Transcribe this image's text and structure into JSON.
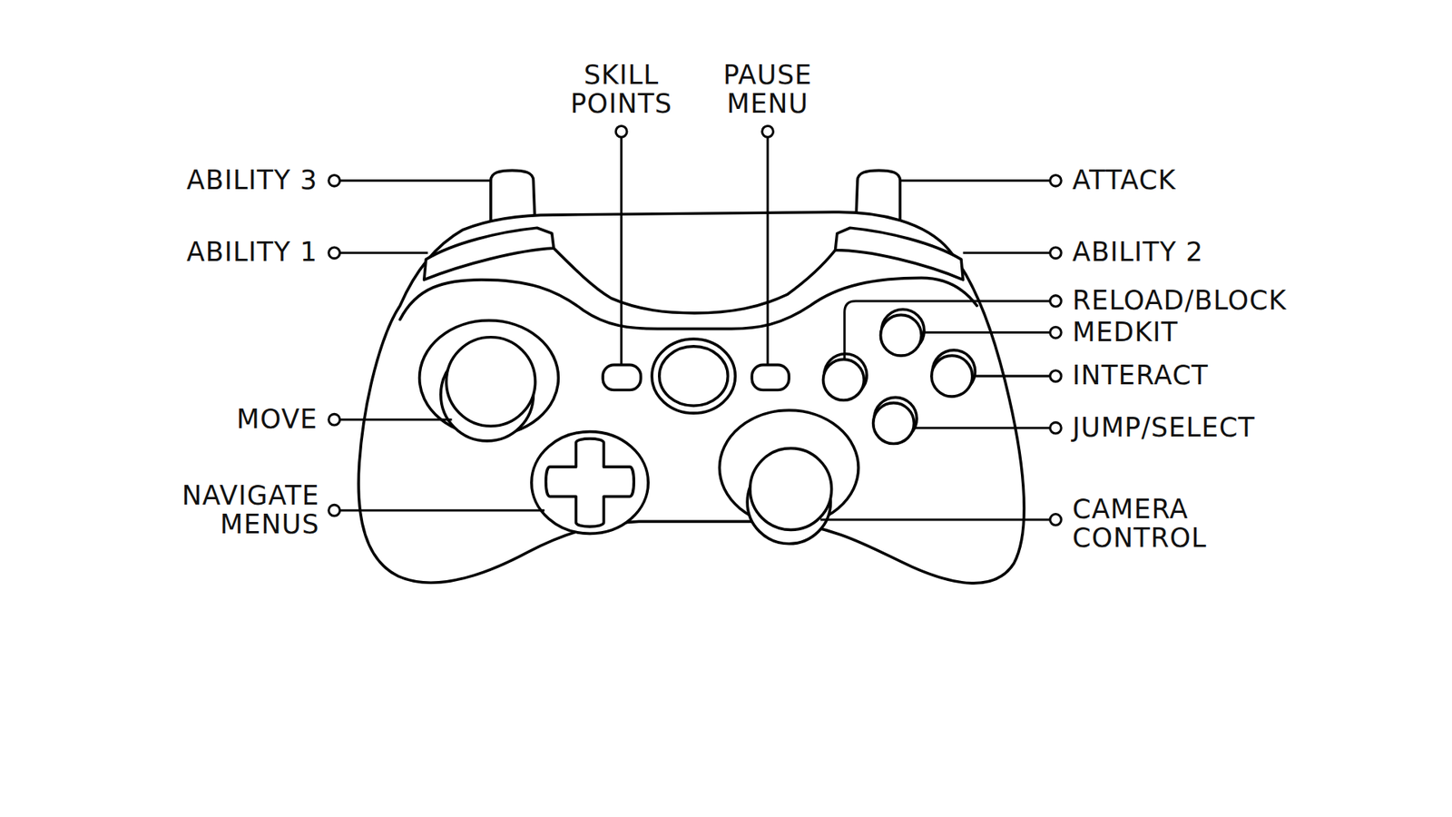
{
  "diagram": {
    "labels": [
      "SKILL POINTS",
      "PAUSE MENU",
      "ABILITY 3",
      "ABILITY 1",
      "MOVE",
      "NAVIGATE MENUS",
      "ATTACK",
      "ABILITY 2",
      "RELOAD/BLOCK",
      "MEDKIT",
      "INTERACT",
      "JUMP/SELECT",
      "CAMERA CONTROL"
    ]
  }
}
